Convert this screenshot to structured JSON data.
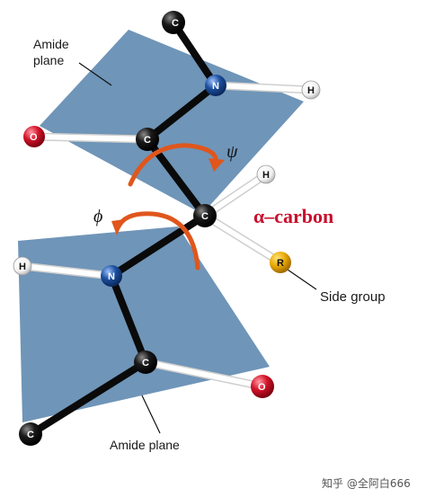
{
  "labels": {
    "amide_plane_top_line1": "Amide",
    "amide_plane_top_line2": "plane",
    "amide_plane_bottom": "Amide plane",
    "alpha_carbon": "α–carbon",
    "side_group": "Side group",
    "psi": "ψ",
    "phi": "ϕ",
    "watermark": "知乎 @全阿白666"
  },
  "atoms": {
    "c_top": "C",
    "n_top": "N",
    "h_top_right": "H",
    "o_left": "O",
    "c_carbonyl_top": "C",
    "alpha_c": "C",
    "h_alpha": "H",
    "r_group": "R",
    "h_left": "H",
    "n_bottom": "N",
    "c_carbonyl_bottom": "C",
    "o_right": "O",
    "c_bottom": "C"
  },
  "colors": {
    "plane": "#6f95b8",
    "carbon": "#111111",
    "nitrogen": "#1d4f9e",
    "oxygen": "#d3142a",
    "hydrogen": "#ffffff",
    "r_group": "#e8a800",
    "arrow": "#e0561c",
    "alpha_label": "#c8102e"
  }
}
